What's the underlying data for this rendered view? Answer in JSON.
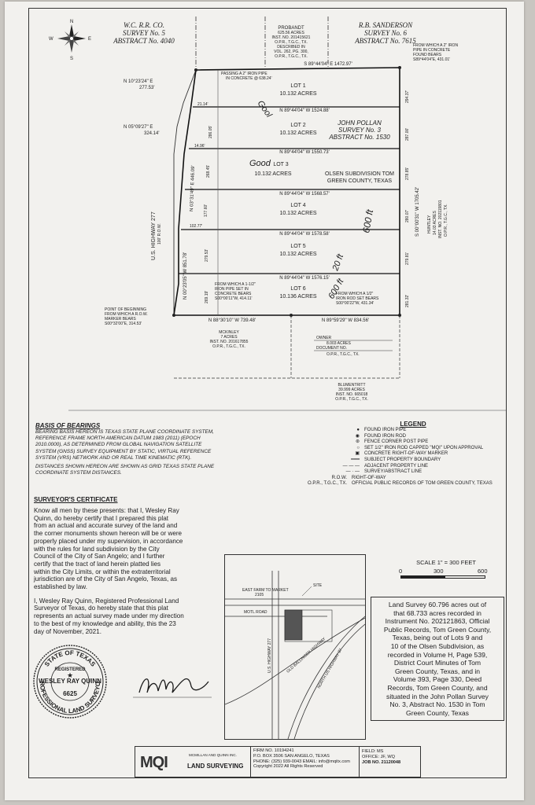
{
  "header": {
    "west_survey": [
      "W.C. R.R. CO.",
      "SURVEY No. 5",
      "ABSTRACT No. 4040"
    ],
    "east_survey": [
      "R.B. SANDERSON",
      "SURVEY No. 6",
      "ABSTRACT No. 7615"
    ],
    "probandt": [
      "PROBANDT",
      "625.56 ACRES",
      "INST. NO. 201415621",
      "O.P.R., T.G.C., TX.",
      "DESCRIBED IN",
      "VOL. 262, PG. 300,",
      "O.P.R., T.G.C., TX."
    ],
    "compass": {
      "n": "N",
      "s": "S",
      "e": "E",
      "w": "W"
    }
  },
  "plat": {
    "top_bearing": "S 89°44'04\" E 1472.97'",
    "passing_note": [
      "PASSING A 2\" IRON PIPE",
      "IN CONCRETE @ 638.24'"
    ],
    "top_right_note": [
      "FROM WHICH A 2\" IRON",
      "PIPE IN CONCRETE",
      "FOUND BEARS",
      "S89°44'04\"E, 431.01'"
    ],
    "west_calls": [
      {
        "bearing": "N 10°23'24\" E",
        "dist": "277.53'"
      },
      {
        "bearing": "N 05°09'27\" E",
        "dist": "324.14'"
      }
    ],
    "west_offsets": [
      "21.14'",
      "14.96'",
      "102.77'"
    ],
    "inner_side": [
      "286.05'",
      "268.45'",
      "177.60'",
      "279.53'",
      "269.19'"
    ],
    "west_side_calls": [
      "N 03°31'49\" E 446.09'",
      "N 00°23'05\" W 851.78'"
    ],
    "lots": [
      {
        "label": "LOT 1",
        "acres": "10.132 ACRES",
        "north": "",
        "east": "294.37'"
      },
      {
        "label": "LOT 2",
        "acres": "10.132 ACRES",
        "north": "N 89°44'04\" W 1524.88'",
        "east": "287.00'"
      },
      {
        "label": "LOT 3",
        "acres": "10.132 ACRES",
        "north": "N 89°44'04\" W 1550.73'",
        "east": "278.85'"
      },
      {
        "label": "LOT 4",
        "acres": "10.132 ACRES",
        "north": "N 89°44'04\" W 1568.57'",
        "east": "280.07'"
      },
      {
        "label": "LOT 5",
        "acres": "10.132 ACRES",
        "north": "N 89°44'04\" W 1578.58'",
        "east": "279.81'"
      },
      {
        "label": "LOT 6",
        "acres": "10.136 ACRES",
        "north": "N 89°44'04\" W 1576.15'",
        "east": "281.32'"
      }
    ],
    "pollan_survey": [
      "JOHN POLLAN",
      "SURVEY No. 3",
      "ABSTRACT No. 1530"
    ],
    "subdivision": [
      "OLSEN SUBDIVISION TOM",
      "GREEN COUNTY, TEXAS"
    ],
    "east_side_call": "S 00°00'31\" W 1705.42'",
    "huntley": [
      "HUNTLEY",
      "14.03 ACRES",
      "INST. NO. 202119801",
      "O.P.R., T.G.C., TX."
    ],
    "highway": [
      "U.S. HIGHWAY 277",
      "100' R.O.W."
    ],
    "pipe_note_left": [
      "FROM WHICH A 1-1/2\"",
      "IRON PIPE SET IN",
      "CONCRETE BEARS",
      "S00°00'11\"W, 414.11'"
    ],
    "pipe_note_right": [
      "FROM WHICH A 1/2\"",
      "IRON ROD SET BEARS",
      "S00°00'22\"W, 431.34'"
    ],
    "pob_note": [
      "POINT OF BEGINNING",
      "FROM WHICH A R.O.W.",
      "MARKER BEARS",
      "S00°32'00\"E, 314.53'"
    ],
    "south_calls": [
      "N 88°30'10\" W 739.48'",
      "N 89°59'29\" W 834.56'"
    ],
    "mckinley": [
      "MCKINLEY",
      "7 ACRES",
      "INST. NO. 201617855",
      "O.P.R., T.G.C., TX."
    ],
    "owner_box": [
      "OWNER",
      "8.003 ACRES",
      "DOCUMENT NO.",
      "O.P.R., T.G.C., TX."
    ],
    "blumentritt": [
      "BLUMENTRITT",
      "39.999 ACRES",
      "INST. NO. 665018",
      "O.P.R., T.G.C., TX."
    ],
    "handwritten": [
      "Gool",
      "Good",
      "600 ft",
      "20 ft",
      "600 ft"
    ]
  },
  "bearings": {
    "title": "BASIS OF BEARINGS",
    "lines": [
      "BEARING BASIS HEREON IS TEXAS STATE PLANE COORDINATE SYSTEM,",
      "REFERENCE FRAME NORTH AMERICAN DATUM 1983 (2011) (EPOCH",
      "2010.0000), AS DETERMINED FROM GLOBAL NAVIGATION SATELLITE",
      "SYSTEM (GNSS) SURVEY EQUIPMENT BY STATIC, VIRTUAL REFERENCE",
      "SYSTEM (VRS) NETWORK AND OR REAL TIME KINEMATIC (RTK).",
      "DISTANCES SHOWN HEREON ARE SHOWN AS GRID TEXAS STATE PLANE",
      "COORDINATE SYSTEM DISTANCES."
    ]
  },
  "legend": {
    "title": "LEGEND",
    "items": [
      {
        "sym": "●",
        "label": "FOUND IRON PIPE"
      },
      {
        "sym": "◉",
        "label": "FOUND IRON ROD"
      },
      {
        "sym": "⊛",
        "label": "FENCE CORNER POST PIPE"
      },
      {
        "sym": "○",
        "label": "SET 1/2\" IRON ROD CAPPED \"MQI\" UPON APPROVAL"
      },
      {
        "sym": "▣",
        "label": "CONCRETE RIGHT-OF-WAY MARKER"
      },
      {
        "sym": "━━━",
        "label": "SUBJECT PROPERTY BOUNDARY"
      },
      {
        "sym": "— — —",
        "label": "ADJACENT PROPERTY LINE"
      },
      {
        "sym": "— · —",
        "label": "SURVEY/ABSTRACT LINE"
      }
    ],
    "abbr": [
      {
        "abbr": "R.O.W.",
        "label": "RIGHT-OF-WAY"
      },
      {
        "abbr": "O.P.R., T.G.C., TX.",
        "label": "OFFICIAL PUBLIC RECORDS OF TOM GREEN COUNTY, TEXAS"
      }
    ]
  },
  "scale": {
    "label": "SCALE 1\" = 300 FEET",
    "ticks": [
      "0",
      "300",
      "600"
    ]
  },
  "certificate": {
    "title": "SURVEYOR'S CERTIFICATE",
    "lines": [
      "Know all men by these presents: that I, Wesley Ray",
      "Quinn, do hereby certify that I prepared this plat",
      "from an actual and accurate survey of the land and",
      "the corner monuments shown hereon will be or were",
      "properly placed under my supervision, in accordance",
      "with the rules for land subdivision by the City",
      "Council of the City of San Angelo; and I further",
      "certify that the tract of land herein platted lies",
      "within the City Limits, or within the extraterritorial",
      "jurisdiction are of the City of San Angelo, Texas, as",
      "established by law."
    ],
    "lines2": [
      "I, Wesley Ray Quinn, Registered Professional Land",
      "Surveyor of Texas, do hereby state that this plat",
      "represents an actual survey made under my direction",
      "to the best of my knowledge and ability, this the 23",
      "day of November, 2021."
    ]
  },
  "seal": {
    "top": "STATE OF TEXAS",
    "reg": "REGISTERED",
    "name": "WESLEY RAY QUINN",
    "num": "6625",
    "bottom": "PROFESSIONAL LAND SURVEYOR"
  },
  "vicinity": {
    "east_farm": [
      "EAST FARM TO MARKET",
      "2105"
    ],
    "motl": "MOTL ROAD",
    "site": "SITE",
    "hwy": "U.S. HIGHWAY 277",
    "old_ballinger": "OLD BALLINGER HIGHWAY",
    "north_hwy": "NORTH US HIGHWAY 87"
  },
  "survey_desc": [
    "Land Survey 60.796 acres out of",
    "that 68.733 acres recorded in",
    "Instrument No. 202121863, Official",
    "Public Records, Tom Green County,",
    "Texas, being out of Lots 9 and",
    "10 of the Olsen Subdivision, as",
    "recorded in Volume H, Page 539,",
    "District Court Minutes of Tom",
    "Green County, Texas, and in",
    "Volume 393, Page 330, Deed",
    "Records, Tom Green County, and",
    "situated in the John Pollan Survey",
    "No. 3, Abstract No. 1530 in Tom",
    "Green County, Texas"
  ],
  "title_block": {
    "logo": "MQI",
    "company_small": "MCMILLAN AND QUINN INC.",
    "company": "LAND SURVEYING",
    "firm": "FIRM NO. 10194241",
    "address": "P.O. BOX 3506  SAN ANGELO, TEXAS",
    "phone": "PHONE: (325) 939-0043  EMAIL: info@mqitx.com",
    "copyright": "Copyright 2022 All Rights Reserved",
    "field": "FIELD: MS",
    "office": "OFFICE: JF, WQ",
    "job": "JOB NO. 21120048"
  }
}
